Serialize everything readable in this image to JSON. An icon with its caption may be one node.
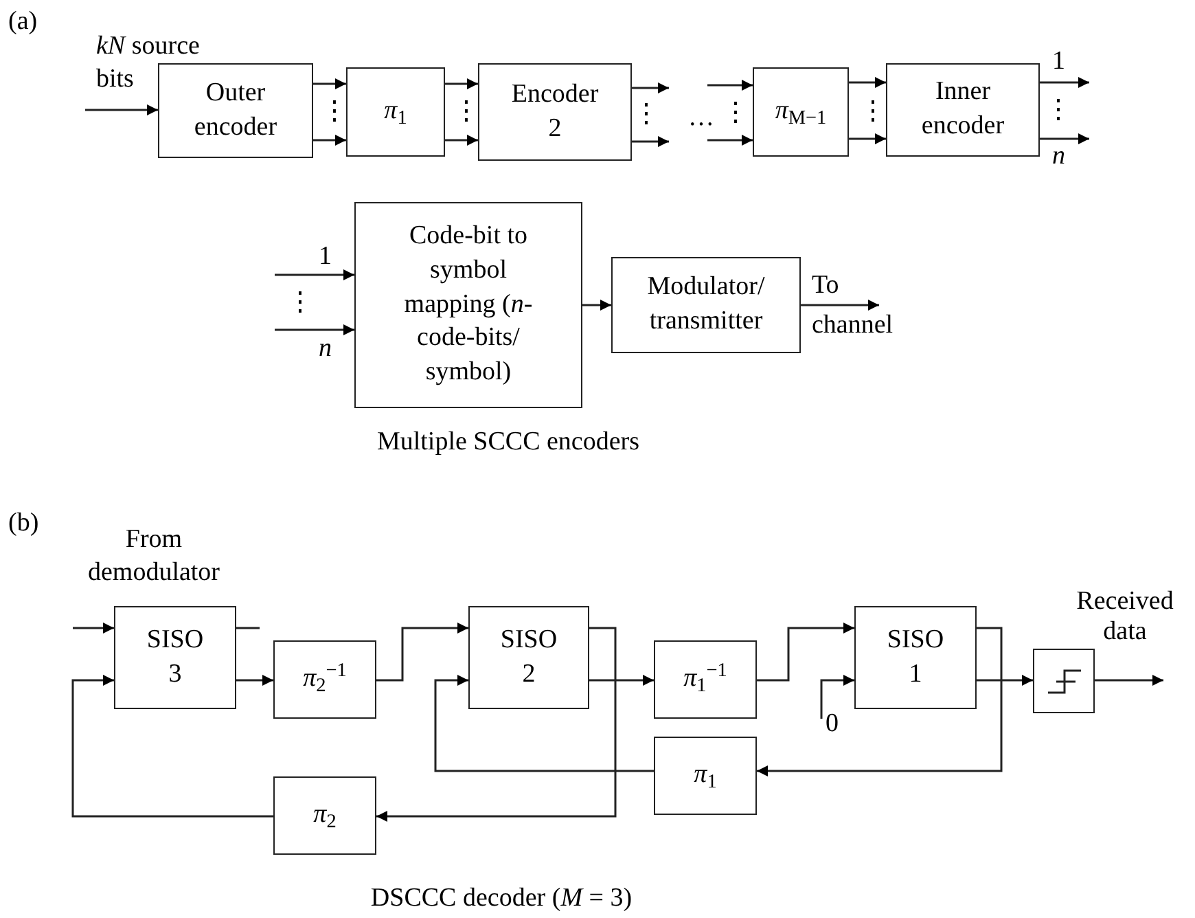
{
  "diagram": {
    "nodes": [
      {
        "text": [
          "Outer encoder"
        ]
      },
      {
        "text": [
          "*π*$_{1}$"
        ]
      },
      {
        "text": [
          "Encoder 2"
        ]
      },
      {
        "text": [
          "*π*$_{M−1}$"
        ]
      },
      {
        "text": [
          "Inner encoder"
        ]
      },
      {
        "text": [
          "Code-bit to symbol mapping (*n*-code-bits/ symbol)"
        ]
      },
      {
        "text": [
          "Modulator/ transmitter"
        ]
      },
      {
        "text": [
          "SISO 3"
        ]
      },
      {
        "text": [
          "*π*$_{2}$$^{−1}$"
        ]
      },
      {
        "text": [
          "SISO 2"
        ]
      },
      {
        "text": [
          "*π*$_{1}$$^{−1}$"
        ]
      },
      {
        "text": [
          "SISO 1"
        ]
      },
      {
        "text": [
          "*π*$_{1}$"
        ]
      },
      {
        "text": [
          "*π*$_{2}$"
        ]
      },
      {
        "text": [],
        "shape": "box"
      }
    ],
    "edges": [
      {
        "from": 0,
        "to": 1,
        "arrow": "to"
      },
      {
        "from": 0,
        "to": 1,
        "arrow": "to"
      },
      {
        "from": 1,
        "to": 2,
        "arrow": "to"
      },
      {
        "from": 1,
        "to": 2,
        "arrow": "to"
      },
      {
        "from": 2,
        "to": null,
        "arrow": "to"
      },
      {
        "from": 2,
        "to": null,
        "arrow": "to"
      },
      {
        "from": null,
        "to": 3,
        "arrow": "to"
      },
      {
        "from": null,
        "to": 3,
        "arrow": "to"
      },
      {
        "from": 3,
        "to": 4,
        "arrow": "to"
      },
      {
        "from": 3,
        "to": 4,
        "arrow": "to"
      },
      {
        "from": 4,
        "to": null,
        "arrow": "to",
        "label": "1"
      },
      {
        "from": 4,
        "to": null,
        "arrow": "to",
        "label": "*n*"
      },
      {
        "from": null,
        "to": 0,
        "arrow": "to",
        "label": "*kN* source bits"
      },
      {
        "from": null,
        "to": 5,
        "arrow": "to",
        "label": "1"
      },
      {
        "from": null,
        "to": 5,
        "arrow": "to",
        "label": "*n*"
      },
      {
        "from": 5,
        "to": 6,
        "arrow": "to"
      },
      {
        "from": 6,
        "to": null,
        "arrow": "to",
        "label": "To channel"
      },
      {
        "from": null,
        "to": 7,
        "arrow": "to",
        "label": "From demodulator"
      },
      {
        "from": 7,
        "to": null,
        "arrow": "none"
      },
      {
        "from": 7,
        "to": 8,
        "arrow": "to"
      },
      {
        "from": 8,
        "to": 9,
        "arrow": "to"
      },
      {
        "from": 12,
        "to": 9,
        "arrow": "to"
      },
      {
        "from": 9,
        "to": 13,
        "arrow": "to"
      },
      {
        "from": 9,
        "to": 10,
        "arrow": "to"
      },
      {
        "from": 10,
        "to": 11,
        "arrow": "to"
      },
      {
        "from": null,
        "to": 11,
        "arrow": "to",
        "label": "0"
      },
      {
        "from": 11,
        "to": 12,
        "arrow": "to"
      },
      {
        "from": 11,
        "to": 14,
        "arrow": "to"
      },
      {
        "from": 14,
        "to": null,
        "arrow": "to",
        "label": "Received data"
      },
      {
        "from": 13,
        "to": 7,
        "arrow": "to"
      }
    ],
    "labels": [
      "(a)",
      "⋮",
      "⋮",
      "⋮",
      "…",
      "⋮",
      "⋮",
      "⋮",
      "⋮",
      "Multiple SCCC encoders",
      "(b)",
      "DSCCC decoder (*M* = 3)"
    ]
  }
}
